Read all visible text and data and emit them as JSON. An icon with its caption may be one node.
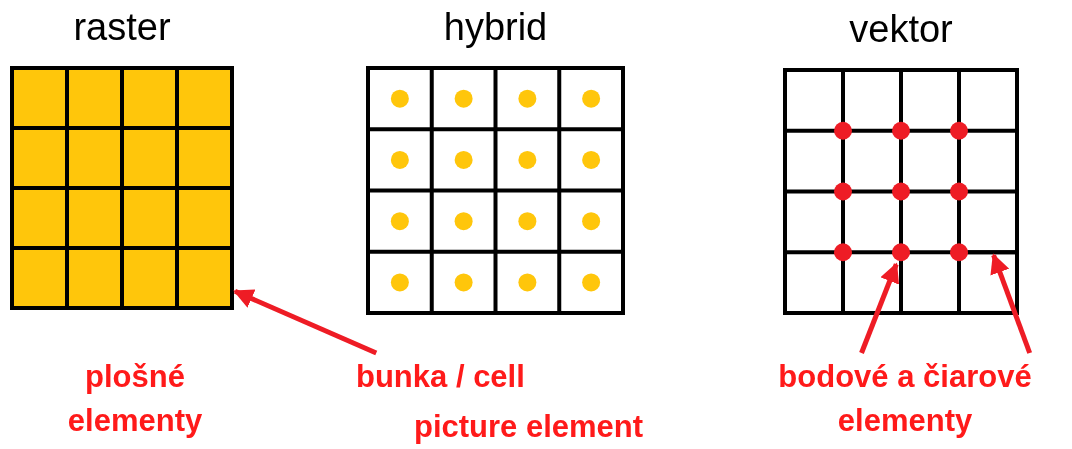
{
  "diagram": {
    "nodes": [
      {
        "text": [
          "raster"
        ]
      },
      {
        "text": [],
        "shape": "box",
        "in": 0
      },
      {
        "text": [],
        "shape": "box",
        "in": 0
      },
      {
        "text": [],
        "shape": "box",
        "in": 0
      },
      {
        "text": [],
        "shape": "box",
        "in": 0
      },
      {
        "text": [],
        "shape": "box",
        "in": 0
      },
      {
        "text": [],
        "shape": "box",
        "in": 0
      },
      {
        "text": [],
        "shape": "box",
        "in": 0
      },
      {
        "text": [],
        "shape": "box",
        "in": 0
      },
      {
        "text": [],
        "shape": "box",
        "in": 0
      },
      {
        "text": [],
        "shape": "box",
        "in": 0
      },
      {
        "text": [],
        "shape": "box",
        "in": 0
      },
      {
        "text": [],
        "shape": "box",
        "in": 0
      },
      {
        "text": [],
        "shape": "box",
        "in": 0
      },
      {
        "text": [],
        "shape": "box",
        "in": 0
      },
      {
        "text": [],
        "shape": "box",
        "in": 0
      },
      {
        "text": [],
        "shape": "box",
        "in": 0
      },
      {
        "text": [
          "hybrid"
        ]
      },
      {
        "text": [
          "vektor"
        ]
      },
      {
        "text": [],
        "shape": "circle",
        "in": 18
      },
      {
        "text": [],
        "shape": "circle",
        "in": 18
      },
      {
        "text": [],
        "shape": "circle",
        "in": 18
      },
      {
        "text": [],
        "shape": "circle",
        "in": 18
      },
      {
        "text": [],
        "shape": "circle",
        "in": 18
      },
      {
        "text": [],
        "shape": "circle",
        "in": 18
      },
      {
        "text": [],
        "shape": "circle",
        "in": 18
      },
      {
        "text": [],
        "shape": "circle",
        "in": 18
      },
      {
        "text": [],
        "shape": "circle",
        "in": 18
      },
      {
        "text": [],
        "shape": "line",
        "in": 18
      },
      {
        "text": [
          "bunka / cell",
          "picture element"
        ]
      },
      {
        "text": [
          "bodové a čiarové elementy"
        ]
      }
    ],
    "edges": [
      {
        "from": 29,
        "to": 16,
        "arrow": "to"
      },
      {
        "from": 30,
        "to": 26,
        "arrow": "to"
      },
      {
        "from": 30,
        "to": 28,
        "arrow": "to"
      }
    ],
    "labels": [
      "plošné elementy"
    ]
  }
}
